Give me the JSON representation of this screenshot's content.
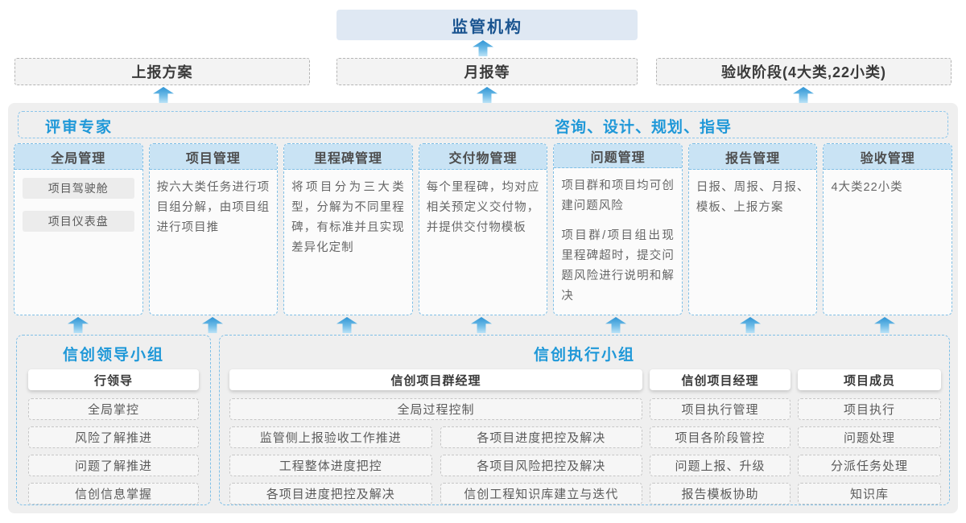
{
  "top": {
    "regulator": "监管机构",
    "reports": [
      "上报方案",
      "月报等",
      "验收阶段(4大类,22小类)"
    ]
  },
  "platform": {
    "left_header": "评审专家",
    "right_header": "咨询、设计、规划、指导",
    "columns": [
      {
        "title": "全局管理",
        "chips": [
          "项目驾驶舱",
          "项目仪表盘"
        ]
      },
      {
        "title": "项目管理",
        "p1": "按六大类任务进行项目组分解，由项目组进行项目推"
      },
      {
        "title": "里程碑管理",
        "p1": "将项目分为三大类型，分解为不同里程碑，有标准并且实现差异化定制"
      },
      {
        "title": "交付物管理",
        "p1": "每个里程碑，均对应相关预定义交付物，并提供交付物模板"
      },
      {
        "title": "问题管理",
        "p1": "项目群和项目均可创建问题风险",
        "p2": "项目群/项目组出现里程碑超时，提交问题风险进行说明和解决"
      },
      {
        "title": "报告管理",
        "p1": "日报、周报、月报、模板、上报方案"
      },
      {
        "title": "验收管理",
        "p1": "4大类22小类"
      }
    ]
  },
  "groups": {
    "leader": {
      "title": "信创领导小组",
      "role": "行领导",
      "items": [
        "全局掌控",
        "风险了解推进",
        "问题了解推进",
        "信创信息掌握"
      ]
    },
    "exec": {
      "title": "信创执行小组",
      "program_manager": {
        "role": "信创项目群经理",
        "full_item": "全局过程控制",
        "left_items": [
          "监管侧上报验收工作推进",
          "工程整体进度把控",
          "各项目进度把控及解决"
        ],
        "right_items": [
          "各项目进度把控及解决",
          "各项目风险把控及解决",
          "信创工程知识库建立与迭代"
        ]
      },
      "project_manager": {
        "role": "信创项目经理",
        "items": [
          "项目执行管理",
          "项目各阶段管控",
          "问题上报、升级",
          "报告模板协助"
        ]
      },
      "member": {
        "role": "项目成员",
        "items": [
          "项目执行",
          "问题处理",
          "分派任务处理",
          "知识库"
        ]
      }
    }
  },
  "colors": {
    "accent_blue": "#1f98d8",
    "regulator_bg": "#dfe8f3",
    "regulator_text": "#1a5490",
    "column_header_bg": "#c9e3f4",
    "dashed_blue_border": "#7fbfe6",
    "container_bg": "#efefef",
    "arrow_gradient_top": "#2f95d5",
    "arrow_gradient_bottom": "#bce3f7"
  }
}
